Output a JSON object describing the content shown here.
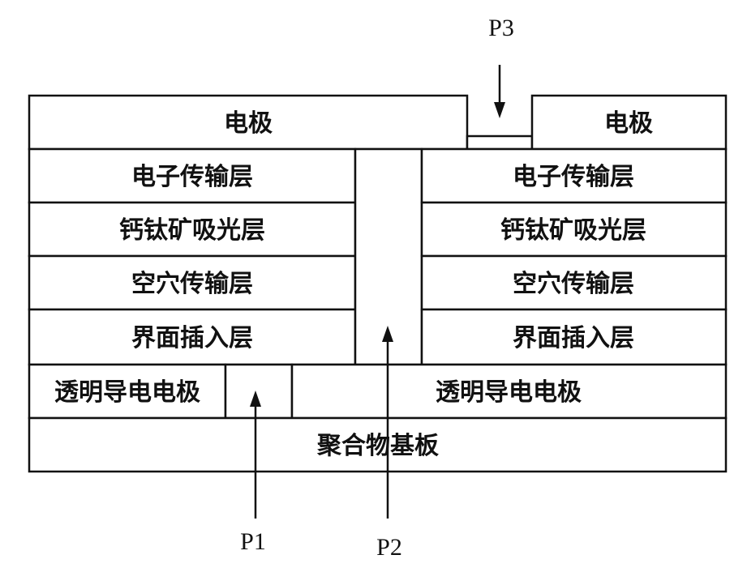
{
  "electrode": "电极",
  "layers": {
    "electron_transport": "电子传输层",
    "perovskite_absorber": "钙钛矿吸光层",
    "hole_transport": "空穴传输层",
    "interface_insertion": "界面插入层"
  },
  "tco": "透明导电电极",
  "substrate": "聚合物基板",
  "markers": {
    "p1": "P1",
    "p2": "P2",
    "p3": "P3"
  }
}
